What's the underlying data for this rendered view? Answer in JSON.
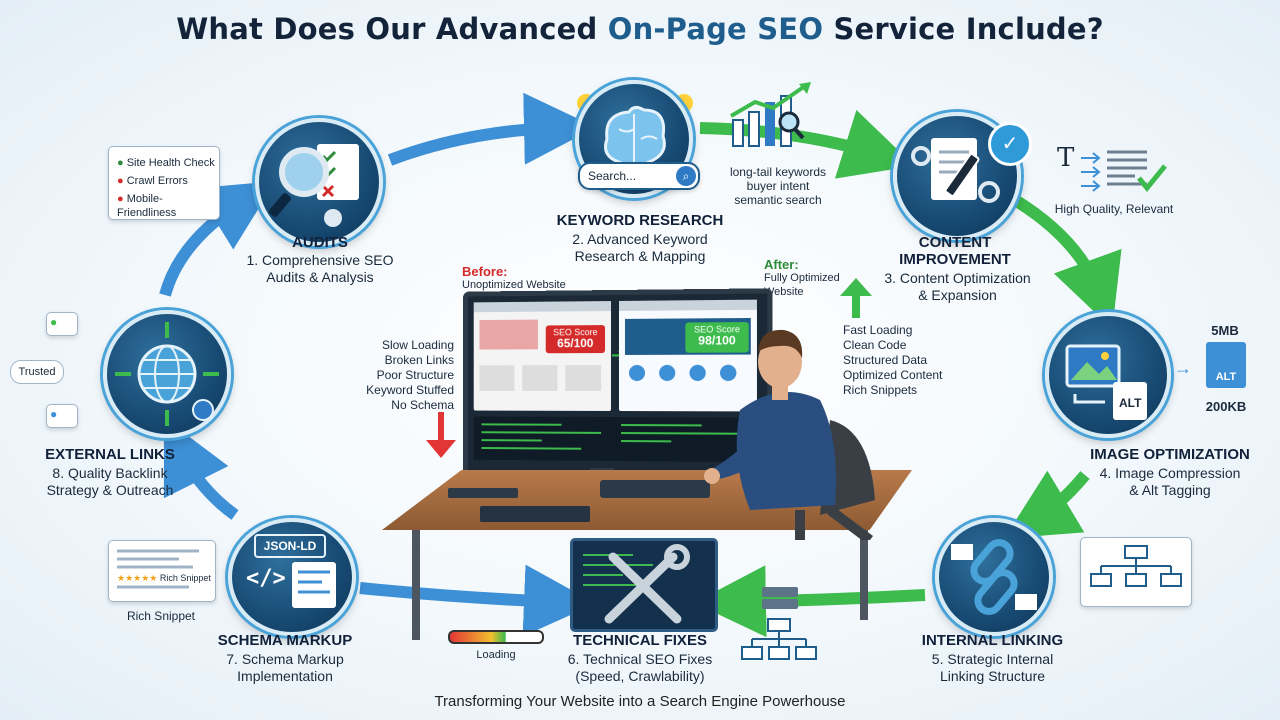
{
  "title": {
    "prefix": "What Does Our Advanced ",
    "highlight": "On-Page SEO",
    "suffix": " Service Include?"
  },
  "steps": {
    "audits": {
      "head": "AUDITS",
      "sub1": "1. Comprehensive SEO",
      "sub2": "Audits & Analysis"
    },
    "keyword": {
      "head": "KEYWORD RESEARCH",
      "sub1": "2. Advanced Keyword",
      "sub2": "Research & Mapping"
    },
    "content": {
      "head1": "CONTENT",
      "head2": "IMPROVEMENT",
      "sub1": "3. Content Optimization",
      "sub2": "& Expansion"
    },
    "image": {
      "head": "IMAGE OPTIMIZATION",
      "sub1": "4. Image Compression",
      "sub2": "& Alt Tagging"
    },
    "internal": {
      "head": "INTERNAL LINKING",
      "sub1": "5. Strategic Internal",
      "sub2": "Linking Structure"
    },
    "technical": {
      "head": "TECHNICAL FIXES",
      "sub1": "6. Technical SEO Fixes",
      "sub2": "(Speed, Crawlability)"
    },
    "schema": {
      "head": "SCHEMA MARKUP",
      "sub1": "7. Schema Markup",
      "sub2": "Implementation"
    },
    "external": {
      "head": "EXTERNAL LINKS",
      "sub1": "8. Quality Backlink",
      "sub2": "Strategy & Outreach"
    }
  },
  "audit_card": [
    "Site Health Check",
    "Crawl Errors",
    "Mobile-Friendliness"
  ],
  "keyword_notes": [
    "long-tail keywords",
    "buyer intent",
    "semantic search"
  ],
  "search_placeholder": "Search...",
  "content_note": "High Quality, Relevant",
  "image_notes": {
    "before": "5MB",
    "alt": "ALT",
    "after": "200KB",
    "icon_alt": "ALT"
  },
  "trusted": "Trusted",
  "json_ld": "JSON-LD",
  "rich_snippet": "Rich Snippet",
  "rich_snippet_inner": "Rich Snippet",
  "loading": "Loading",
  "before": {
    "head": "Before:",
    "sub": "Unoptimized Website",
    "score": "SEO Score",
    "score_val": "65/100",
    "issues": [
      "Slow Loading",
      "Broken Links",
      "Poor Structure",
      "Keyword Stuffed",
      "No Schema"
    ]
  },
  "after": {
    "head": "After:",
    "sub1": "Fully Optimized",
    "sub2": "Website",
    "score": "SEO Score",
    "score_val": "98/100",
    "gains": [
      "Fast Loading",
      "Clean Code",
      "Structured Data",
      "Optimized Content",
      "Rich Snippets"
    ]
  },
  "footer": "Transforming Your Website into a Search Engine Powerhouse",
  "colors": {
    "accent": "#1f5d8c",
    "navy": "#174a73",
    "green": "#3dbb4c",
    "blue_arrow": "#3d8fd6",
    "red": "#d52a2a"
  }
}
